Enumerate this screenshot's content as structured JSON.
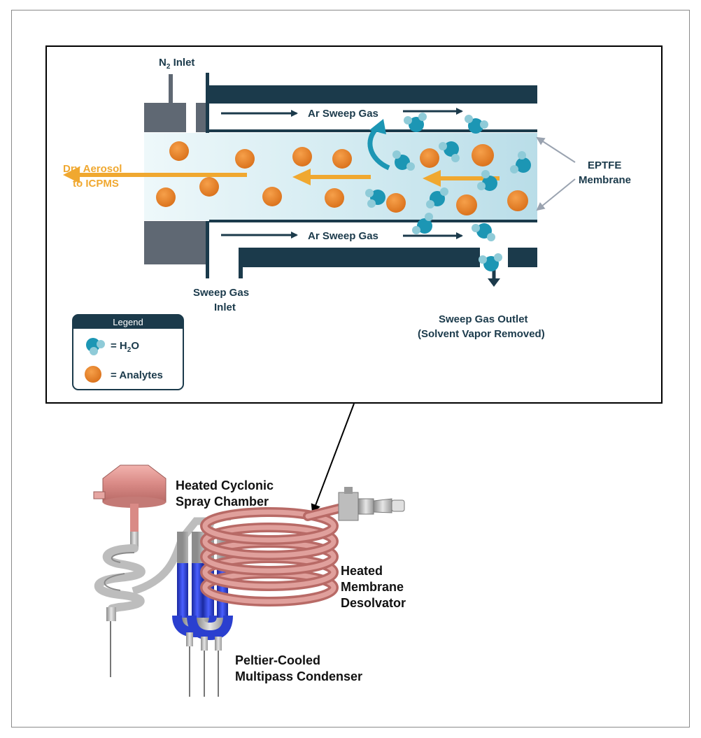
{
  "membrane_diagram": {
    "n2_inlet": {
      "prefix": "N",
      "sub": "2",
      "suffix": " Inlet"
    },
    "ar_sweep_top": "Ar Sweep Gas",
    "ar_sweep_bottom": "Ar Sweep Gas",
    "dry_aerosol_line1": "Dry Aerosol",
    "dry_aerosol_line2": "to ICPMS",
    "eptfe_line1": "EPTFE",
    "eptfe_line2": "Membrane",
    "sweep_inlet_line1": "Sweep Gas",
    "sweep_inlet_line2": "Inlet",
    "sweep_outlet_line1": "Sweep Gas Outlet",
    "sweep_outlet_line2": "(Solvent Vapor Removed)",
    "legend": {
      "title": "Legend",
      "h2o": {
        "prefix": "= H",
        "sub": "2",
        "suffix": "O"
      },
      "analytes": "= Analytes"
    },
    "colors": {
      "navy": "#1b3a4b",
      "orange": "#e8831f",
      "teal": "#1c96b4",
      "aerosol_orange": "#f0a830",
      "gray": "#5a6470",
      "flow_bg": "#d4ecf2"
    }
  },
  "apparatus": {
    "spray_chamber_line1": "Heated Cyclonic",
    "spray_chamber_line2": "Spray Chamber",
    "desolvator_line1": "Heated",
    "desolvator_line2": "Membrane",
    "desolvator_line3": "Desolvator",
    "condenser_line1": "Peltier-Cooled",
    "condenser_line2": "Multipass Condenser",
    "colors": {
      "pink": "#d98a86",
      "blue": "#2a3fcf",
      "silver": "#b8b8b8"
    }
  }
}
